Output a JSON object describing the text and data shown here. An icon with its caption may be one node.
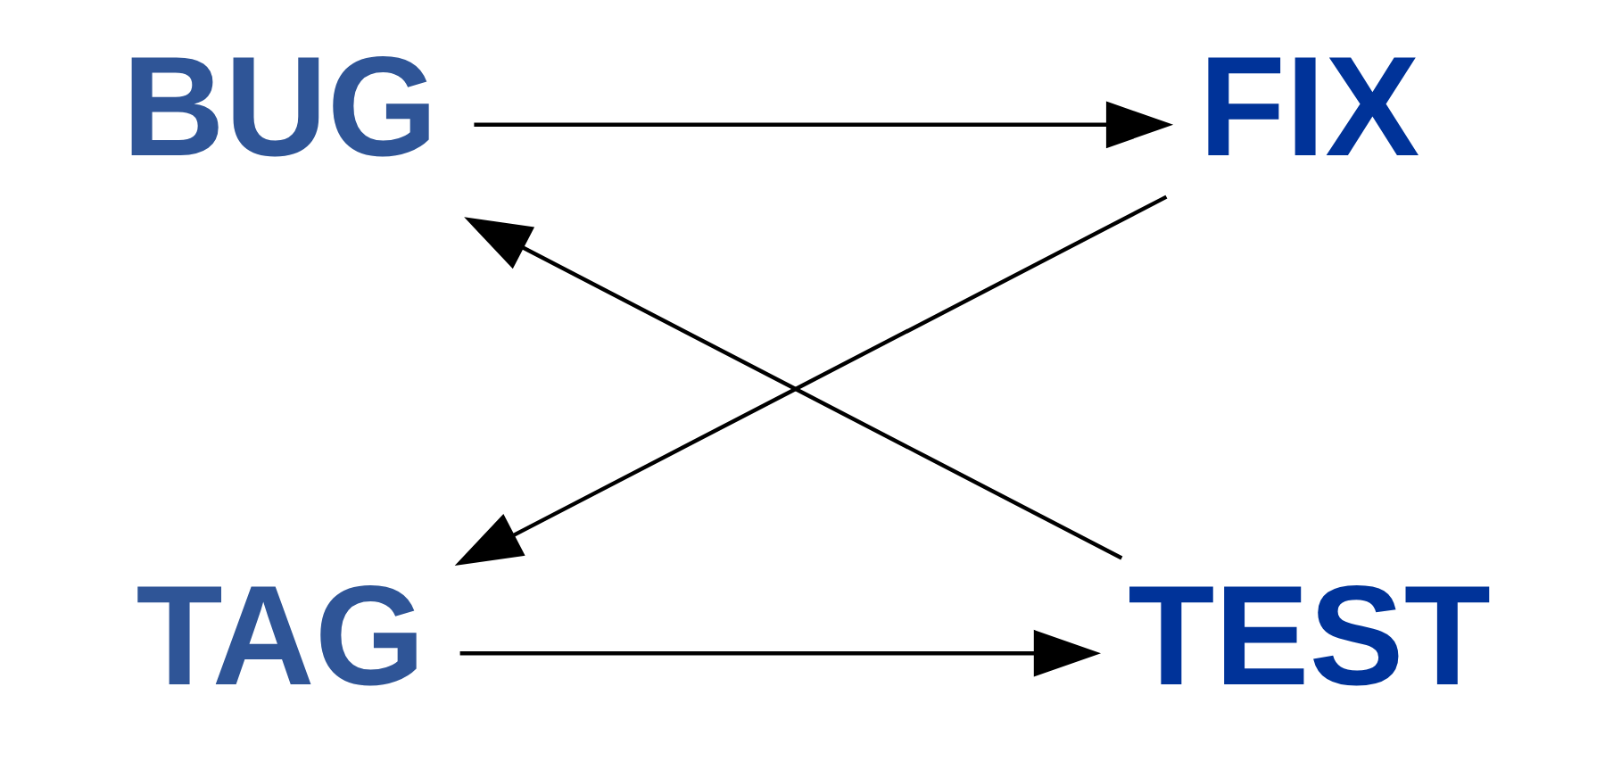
{
  "diagram": {
    "nodes": [
      {
        "text": [
          "BUG"
        ]
      },
      {
        "text": [
          "TEST"
        ]
      },
      {
        "text": [
          "FIX"
        ]
      },
      {
        "text": [
          "TAG"
        ]
      }
    ],
    "edges": [
      {
        "from": 1,
        "to": 0,
        "arrow": "to"
      },
      {
        "from": 0,
        "to": 2,
        "arrow": "to"
      },
      {
        "from": 2,
        "to": 3,
        "arrow": "to"
      },
      {
        "from": 3,
        "to": 1,
        "arrow": "to"
      }
    ]
  }
}
